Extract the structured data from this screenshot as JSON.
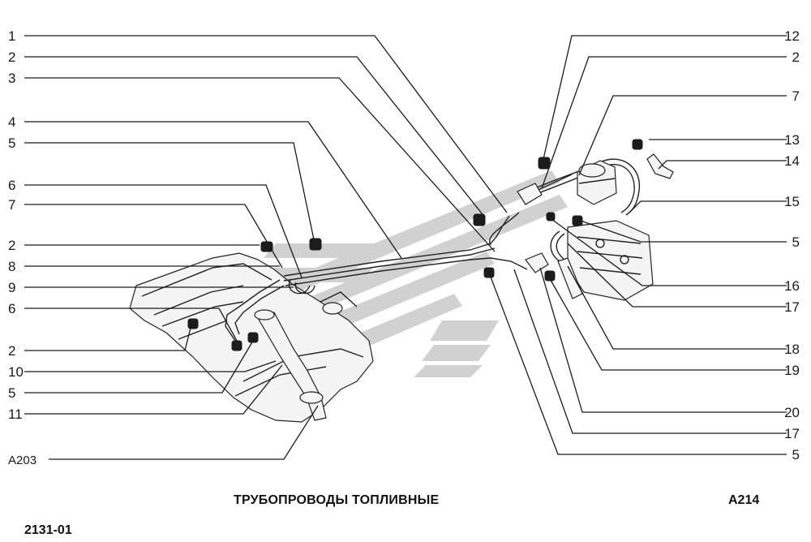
{
  "title": "ТРУБОПРОВОДЫ ТОПЛИВНЫЕ",
  "sheet_code": "A214",
  "catalog_code": "2131-01",
  "view_ref": "A203",
  "callouts_left": [
    "1",
    "2",
    "3",
    "4",
    "5",
    "6",
    "7",
    "2",
    "8",
    "9",
    "6",
    "2",
    "10",
    "5",
    "11"
  ],
  "callouts_right": [
    "12",
    "2",
    "7",
    "13",
    "14",
    "15",
    "5",
    "16",
    "17",
    "18",
    "19",
    "20",
    "17",
    "5"
  ],
  "colors": {
    "line": "#1a1a1a",
    "watermark": "#c8c8c8"
  }
}
